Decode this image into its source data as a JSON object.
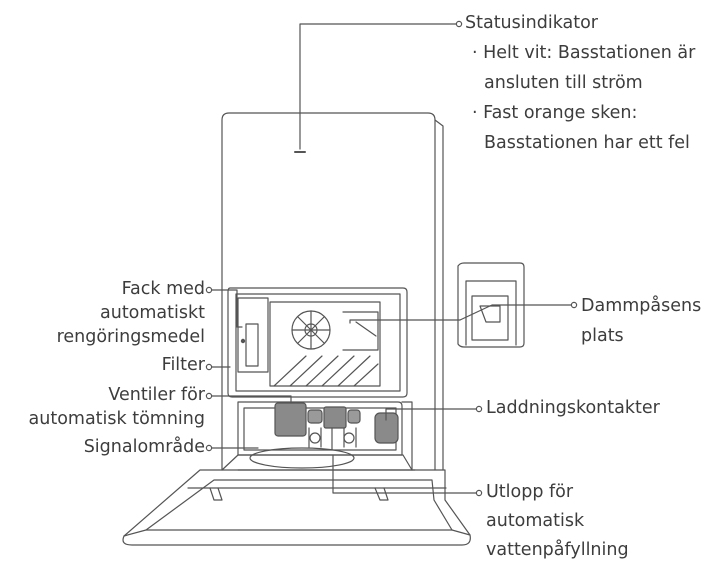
{
  "labels": {
    "status": {
      "title": "Statusindikator",
      "bullet1_line1": "· Helt vit: Basstationen är",
      "bullet1_line2": "ansluten till ström",
      "bullet2_line1": "· Fast orange sken:",
      "bullet2_line2": "Basstationen har ett fel"
    },
    "detergent": {
      "line1": "Fack med",
      "line2": "automatiskt",
      "line3": "rengöringsmedel"
    },
    "filter": "Filter",
    "valves": {
      "line1": "Ventiler för",
      "line2": "automatisk tömning"
    },
    "signal": "Signalområde",
    "dustbag": {
      "line1": "Dammpåsens",
      "line2": "plats"
    },
    "charging": "Laddningskontakter",
    "outlet": {
      "line1": "Utlopp för",
      "line2": "automatisk",
      "line3": "vattenpåfyllning"
    }
  },
  "colors": {
    "line": "#555555",
    "text": "#3d3d3d",
    "pad": "#8a8a8a"
  }
}
